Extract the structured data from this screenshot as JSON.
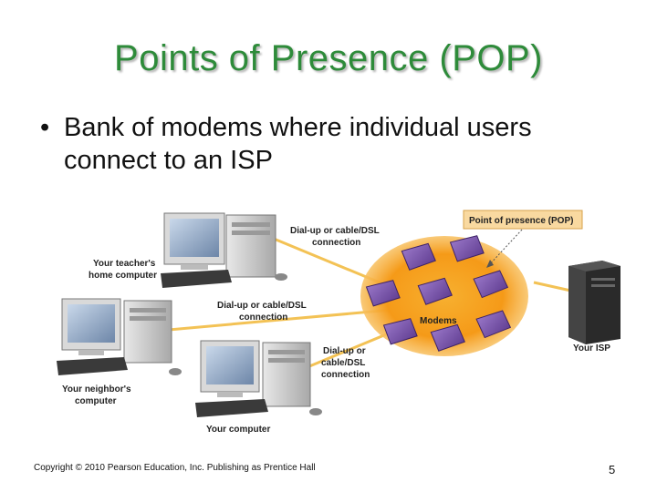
{
  "slide": {
    "title": "Points of Presence (POP)",
    "bullet": "Bank of modems where individual users connect to an ISP",
    "footer": "Copyright © 2010 Pearson Education, Inc. Publishing as Prentice Hall",
    "page_number": "5"
  },
  "diagram": {
    "pop_label": "Point of presence (POP)",
    "modems_label": "Modems",
    "isp_label": "Your ISP",
    "connection_top": [
      "Dial-up or cable/DSL",
      "connection"
    ],
    "connection_middle": [
      "Dial-up or cable/DSL",
      "connection"
    ],
    "connection_bottom": [
      "Dial-up or",
      "cable/DSL",
      "connection"
    ],
    "teacher_label": [
      "Your teacher's",
      "home computer"
    ],
    "neighbor_label": [
      "Your neighbor's",
      "computer"
    ],
    "your_label": "Your computer"
  },
  "colors": {
    "title": "#2e8b3a",
    "pop_glow": "#f5a020",
    "modem": "#7d55b0",
    "link_line": "#f3c255"
  }
}
